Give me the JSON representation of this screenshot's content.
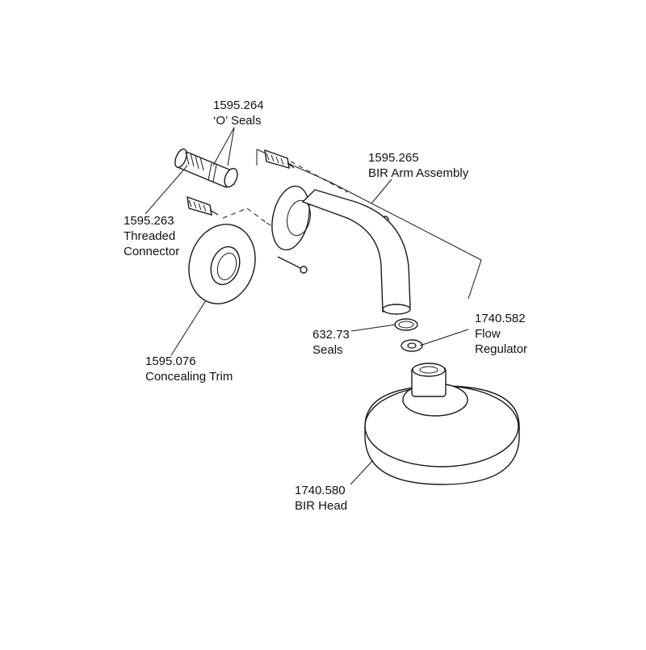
{
  "parts": [
    {
      "number": "1595.264",
      "name": "‘O’ Seals"
    },
    {
      "number": "1595.265",
      "name": "BIR Arm Assembly"
    },
    {
      "number": "1595.263",
      "name_line1": "Threaded",
      "name_line2": "Connector"
    },
    {
      "number": "632.73",
      "name": "Seals"
    },
    {
      "number": "1740.582",
      "name_line1": "Flow",
      "name_line2": "Regulator"
    },
    {
      "number": "1595.076",
      "name": "Concealing Trim"
    },
    {
      "number": "1740.580",
      "name": "BIR Head"
    }
  ]
}
